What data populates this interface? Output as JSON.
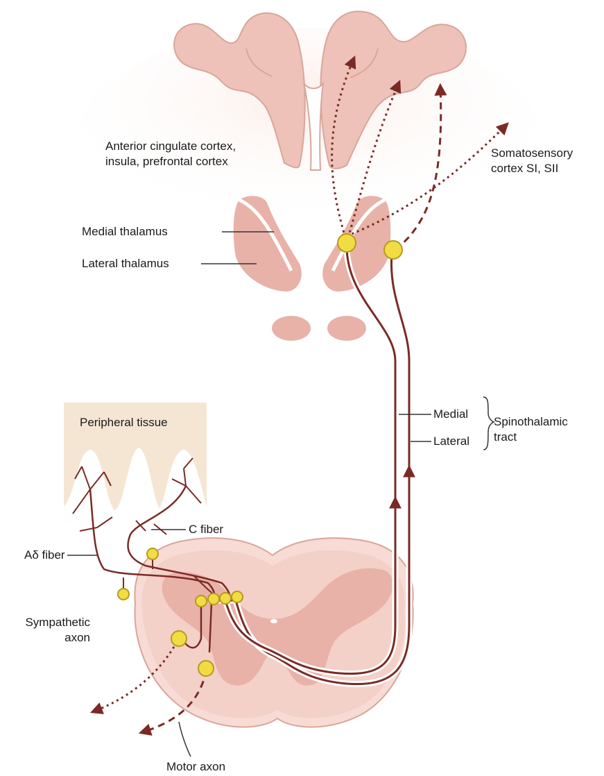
{
  "labels": {
    "cortex_left": [
      "Anterior cingulate cortex,",
      "insula, prefrontal cortex"
    ],
    "cortex_right": [
      "Somatosensory",
      "cortex SI, SII"
    ],
    "medial_thalamus": "Medial thalamus",
    "lateral_thalamus": "Lateral thalamus",
    "peripheral_tissue": "Peripheral tissue",
    "medial": "Medial",
    "lateral": "Lateral",
    "spinothalamic": [
      "Spinothalamic",
      "tract"
    ],
    "c_fiber": "C fiber",
    "a_delta_fiber": "Aδ fiber",
    "sympathetic_axon": [
      "Sympathetic",
      "axon"
    ],
    "motor_axon": "Motor axon"
  },
  "colors": {
    "tissue": "#e8b8b0",
    "tissue_light": "#f6e3dd",
    "cortex_fill": "#fbf1ed",
    "axon": "#7a2a25",
    "neuron": "#f2dc44",
    "neuron_edge": "#b79a1a",
    "periphery": "#f5e6d3",
    "leader": "#333333"
  }
}
